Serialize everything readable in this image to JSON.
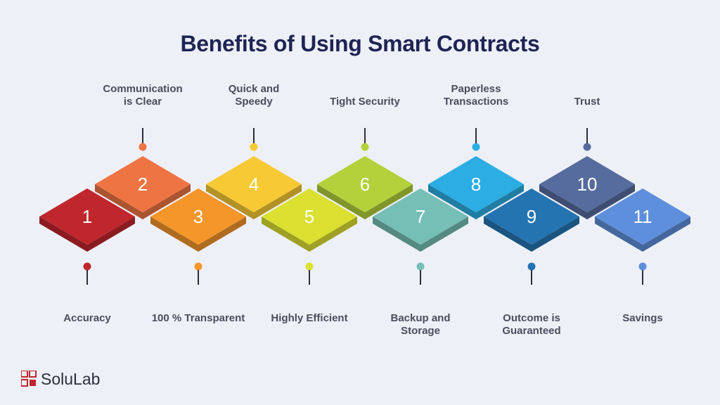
{
  "title": "Benefits of Using Smart Contracts",
  "logo": {
    "name": "SoluLab",
    "icon": "solulab-logo-icon"
  },
  "steps": [
    {
      "number": "1",
      "lines": [
        "Accuracy"
      ],
      "color": "#C0272D",
      "label_pos": "bottom"
    },
    {
      "number": "2",
      "lines": [
        "Communication",
        "is Clear"
      ],
      "color": "#EE7443",
      "label_pos": "top"
    },
    {
      "number": "3",
      "lines": [
        "100 % Transparent"
      ],
      "color": "#F5962A",
      "label_pos": "bottom"
    },
    {
      "number": "4",
      "lines": [
        "Quick and",
        "Speedy"
      ],
      "color": "#F7C934",
      "label_pos": "top"
    },
    {
      "number": "5",
      "lines": [
        "Highly Efficient"
      ],
      "color": "#DBE031",
      "label_pos": "bottom"
    },
    {
      "number": "6",
      "lines": [
        "Tight Security"
      ],
      "color": "#B3D13A",
      "label_pos": "top"
    },
    {
      "number": "7",
      "lines": [
        "Backup and",
        "Storage"
      ],
      "color": "#76BFB6",
      "label_pos": "bottom"
    },
    {
      "number": "8",
      "lines": [
        "Paperless",
        "Transactions"
      ],
      "color": "#2CADE4",
      "label_pos": "top"
    },
    {
      "number": "9",
      "lines": [
        "Outcome is",
        "Guaranteed"
      ],
      "color": "#2474B2",
      "label_pos": "bottom"
    },
    {
      "number": "10",
      "lines": [
        "Trust"
      ],
      "color": "#566C9E",
      "label_pos": "top"
    },
    {
      "number": "11",
      "lines": [
        "Savings"
      ],
      "color": "#5E8FDC",
      "label_pos": "bottom"
    }
  ]
}
